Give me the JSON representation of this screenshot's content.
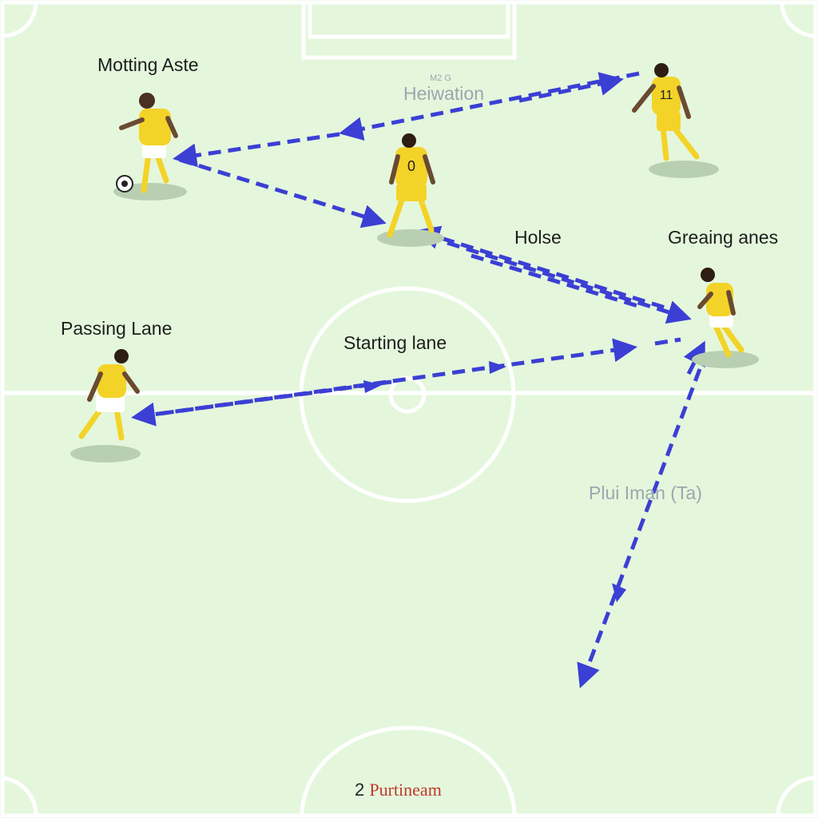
{
  "labels": {
    "moving_aste": "Motting Aste",
    "heiwation": "Heiwation",
    "heiwation_small": "M2 G",
    "holse": "Holse",
    "greaing_anes": "Greaing anes",
    "passing_lane": "Passing Lane",
    "starting_lane": "Starting lane",
    "plui_iman": "Plui Iman (Ta)"
  },
  "footer": {
    "number": "2",
    "brand": "Purtineam"
  },
  "players": [
    {
      "id": "p1",
      "role": "ball-carrier",
      "jersey_number": ""
    },
    {
      "id": "p2",
      "role": "center",
      "jersey_number": "0"
    },
    {
      "id": "p3",
      "role": "top-right",
      "jersey_number": "11"
    },
    {
      "id": "p4",
      "role": "right-runner",
      "jersey_number": ""
    },
    {
      "id": "p5",
      "role": "left-runner",
      "jersey_number": ""
    }
  ],
  "colors": {
    "pitch": "#e4f7dc",
    "lines": "#ffffff",
    "arrow": "#3b3fd4",
    "jersey": "#f4d328",
    "shorts": "#ffffff",
    "shadow": "#b9cfb2"
  }
}
